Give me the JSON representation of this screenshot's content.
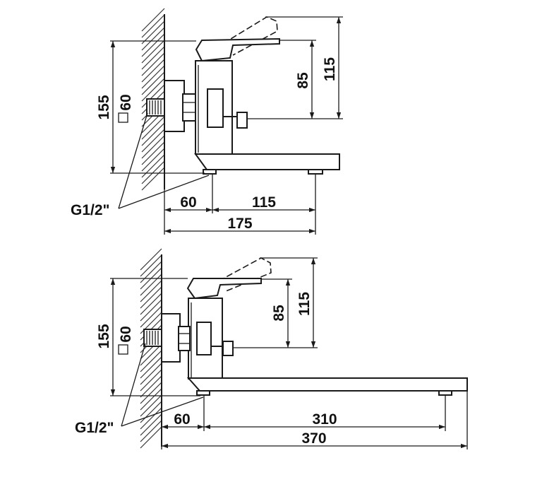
{
  "drawings": [
    {
      "id": "short-spout",
      "dims": {
        "h_overall": "155",
        "square": "60",
        "h_lever": "115",
        "h_body": "85",
        "w_wall": "60",
        "w_spout": "115",
        "w_total": "175",
        "thread": "G1/2\""
      }
    },
    {
      "id": "long-spout",
      "dims": {
        "h_overall": "155",
        "square": "60",
        "h_lever": "115",
        "h_body": "85",
        "w_wall": "60",
        "w_spout": "310",
        "w_total": "370",
        "thread": "G1/2\""
      }
    }
  ],
  "colors": {
    "line": "#1a1a1a",
    "background": "#ffffff"
  }
}
